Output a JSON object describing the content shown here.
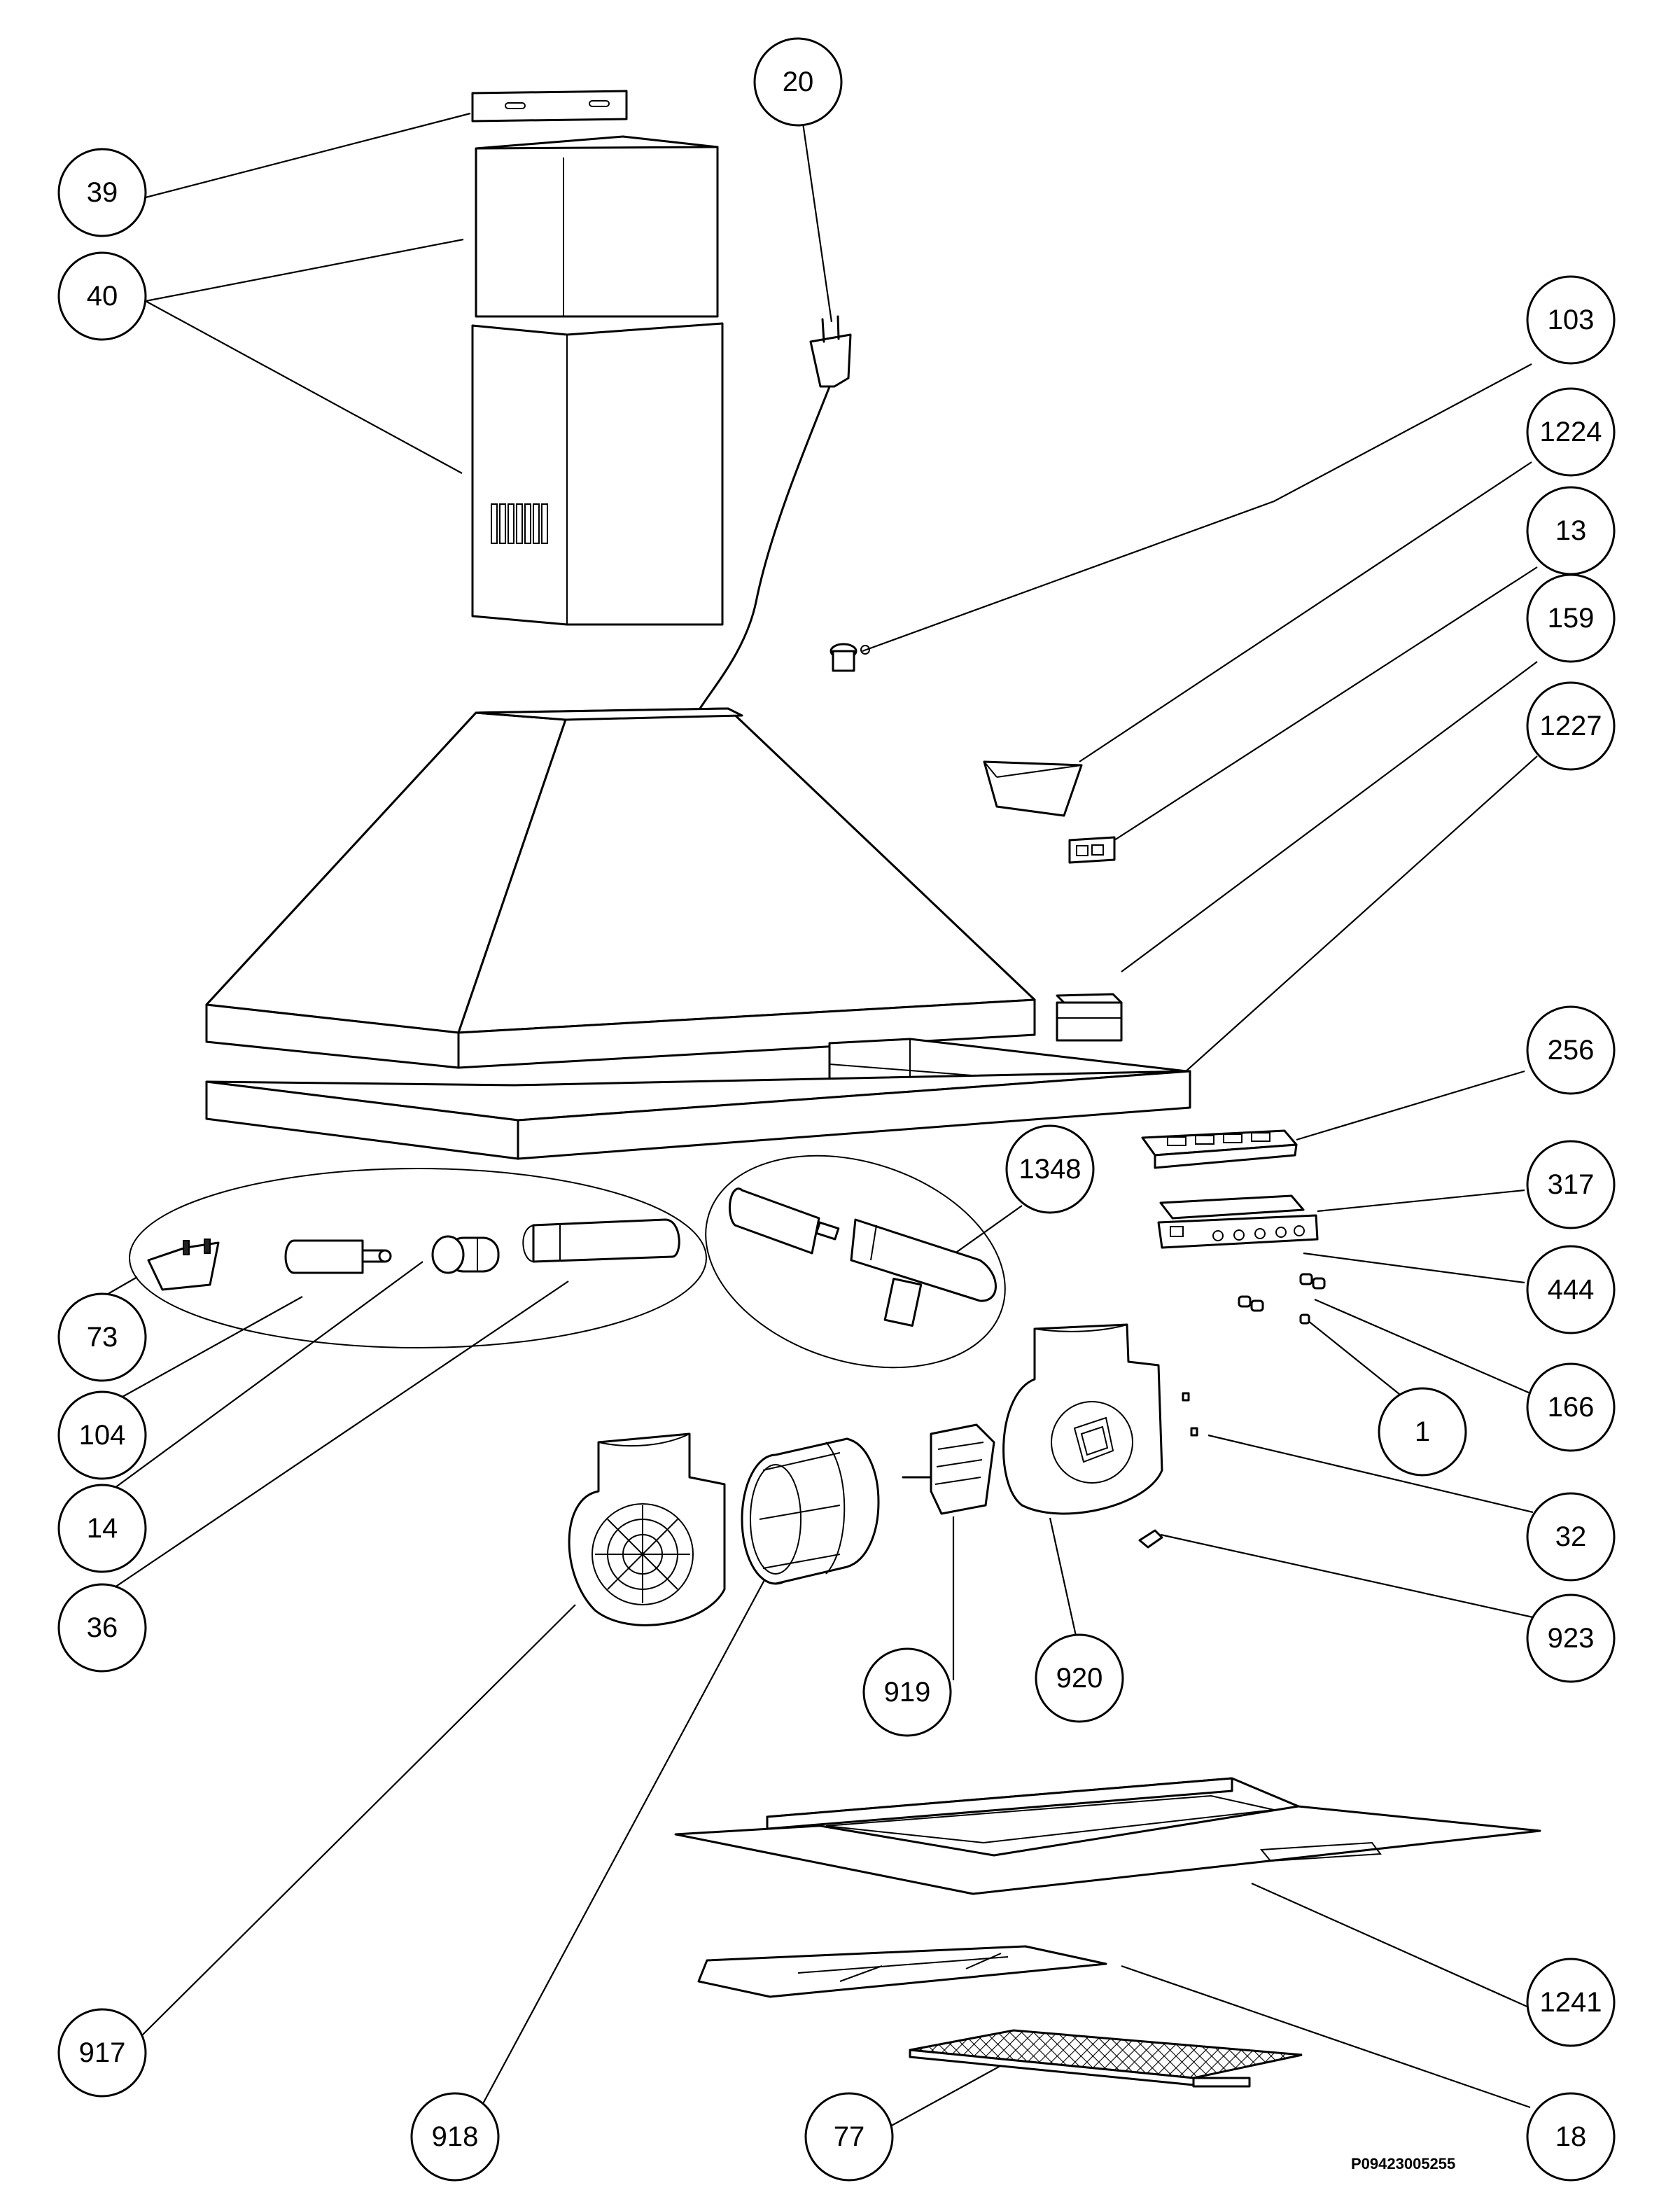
{
  "callouts": [
    {
      "id": "39",
      "label": "39"
    },
    {
      "id": "40",
      "label": "40"
    },
    {
      "id": "20",
      "label": "20"
    },
    {
      "id": "103",
      "label": "103"
    },
    {
      "id": "1224",
      "label": "1224"
    },
    {
      "id": "13",
      "label": "13"
    },
    {
      "id": "159",
      "label": "159"
    },
    {
      "id": "1227",
      "label": "1227"
    },
    {
      "id": "256",
      "label": "256"
    },
    {
      "id": "317",
      "label": "317"
    },
    {
      "id": "444",
      "label": "444"
    },
    {
      "id": "166",
      "label": "166"
    },
    {
      "id": "1",
      "label": "1"
    },
    {
      "id": "1348",
      "label": "1348"
    },
    {
      "id": "73",
      "label": "73"
    },
    {
      "id": "104",
      "label": "104"
    },
    {
      "id": "14",
      "label": "14"
    },
    {
      "id": "36",
      "label": "36"
    },
    {
      "id": "32",
      "label": "32"
    },
    {
      "id": "923",
      "label": "923"
    },
    {
      "id": "919",
      "label": "919"
    },
    {
      "id": "920",
      "label": "920"
    },
    {
      "id": "917",
      "label": "917"
    },
    {
      "id": "918",
      "label": "918"
    },
    {
      "id": "1241",
      "label": "1241"
    },
    {
      "id": "77",
      "label": "77"
    },
    {
      "id": "18",
      "label": "18"
    }
  ],
  "drawing_code": "P09423005255"
}
